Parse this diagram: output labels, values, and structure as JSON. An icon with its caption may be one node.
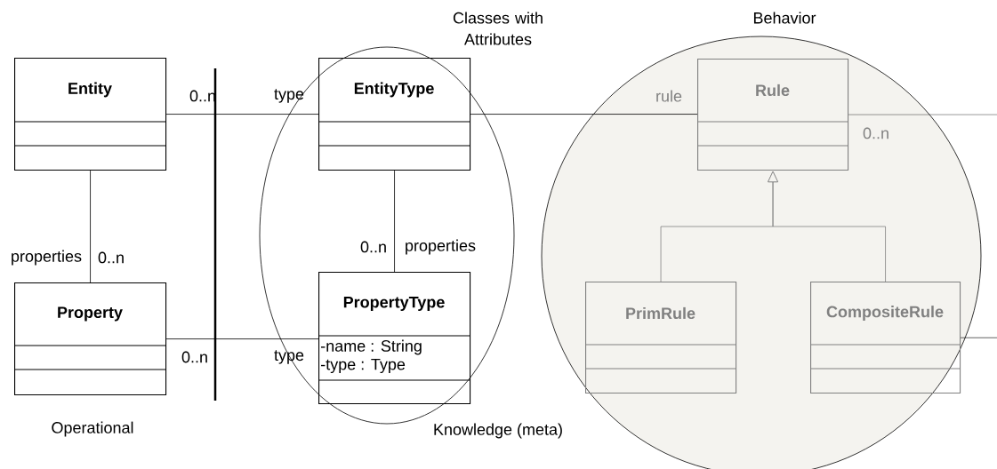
{
  "diagram": {
    "nodes": [
      {
        "text": [
          "Entity"
        ]
      },
      {
        "text": [
          "Classes with Attributes"
        ]
      },
      {
        "text": [
          "EntityType"
        ],
        "in": 1
      },
      {
        "text": [
          "Behavior"
        ]
      },
      {
        "text": [
          "Rule"
        ],
        "in": 3
      },
      {
        "text": [
          "Property"
        ]
      },
      {
        "text": [
          "PropertyType",
          "-name : String",
          "-type : Type"
        ],
        "in": 1
      },
      {
        "text": [
          "PrimRule"
        ],
        "in": 3
      },
      {
        "text": [
          "CompositeRule"
        ],
        "in": 3
      }
    ],
    "edges": [
      {
        "from": 0,
        "to": 2,
        "arrow": "none"
      },
      {
        "from": 0,
        "to": 5,
        "arrow": "none"
      },
      {
        "from": 5,
        "to": 6,
        "arrow": "none"
      },
      {
        "from": 2,
        "to": 6,
        "arrow": "none"
      },
      {
        "from": 2,
        "to": 4,
        "arrow": "none"
      },
      {
        "from": 4,
        "to": null,
        "arrow": "none"
      },
      {
        "from": 7,
        "to": 4,
        "arrow": "to",
        "color": "#808080"
      },
      {
        "from": 8,
        "to": 4,
        "arrow": "to",
        "color": "#808080"
      },
      {
        "from": 8,
        "to": null,
        "arrow": "none"
      }
    ],
    "labels": [
      "0..n",
      "type",
      "rule",
      "0..n",
      "0..n",
      "properties",
      "properties",
      "0..n",
      "0..n",
      "type",
      "Operational",
      "Knowledge (meta)"
    ]
  }
}
